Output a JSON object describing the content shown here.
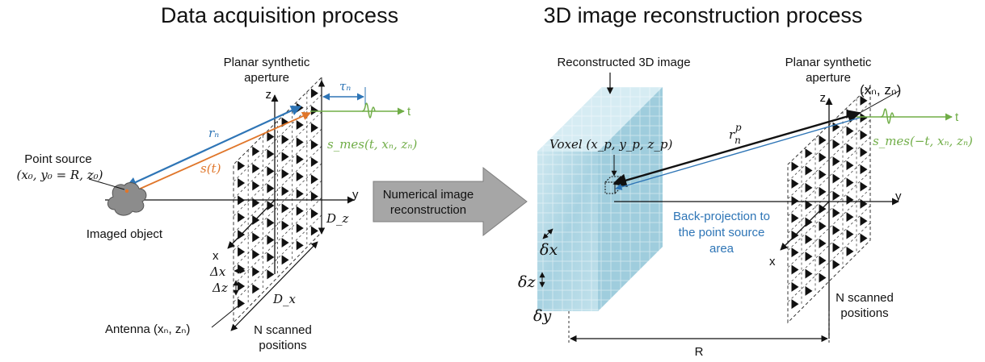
{
  "left": {
    "title": "Data acquisition process",
    "aperture_label": [
      "Planar synthetic",
      "aperture"
    ],
    "axis_z": "z",
    "axis_y": "y",
    "axis_x": "x",
    "axis_t": "t",
    "point_source_label": "Point source",
    "point_source_coords": "(x₀, y₀ = R, z₀)",
    "imaged_object_label": "Imaged object",
    "r_label": "rₙ",
    "tau_label": "τₙ",
    "s_label": "s(t)",
    "s_mes_label": "s_mes(t, xₙ, zₙ)",
    "dz_label": "D_z",
    "dx_label": "D_x",
    "delta_x": "Δx",
    "delta_z": "Δz",
    "antenna_label": "Antenna (xₙ, zₙ)",
    "n_scanned": [
      "N scanned",
      "positions"
    ]
  },
  "middle": {
    "arrow_label": [
      "Numerical image",
      "reconstruction"
    ]
  },
  "right": {
    "title": "3D image reconstruction process",
    "reconstructed_label": "Reconstructed 3D image",
    "aperture_label": [
      "Planar synthetic",
      "aperture"
    ],
    "voxel_label": "Voxel (x_p, y_p, z_p)",
    "rnp_label": "r_n^p",
    "xnzn_label": "(xₙ, zₙ)",
    "s_mes_label": "s_mes(−t, xₙ, zₙ)",
    "backproj_label": [
      "Back-projection to",
      "the point source",
      "area"
    ],
    "axis_z": "z",
    "axis_y": "y",
    "axis_x": "x",
    "axis_t": "t",
    "delta_x": "δx",
    "delta_z": "δz",
    "delta_y": "δy",
    "n_scanned": [
      "N scanned",
      "positions"
    ],
    "r_label": "R"
  },
  "colors": {
    "blue": "#2e75b6",
    "orange": "#e0762a",
    "green": "#70ad47",
    "cube": "#a9d3e3",
    "arrow_fill": "#a6a6a6"
  }
}
